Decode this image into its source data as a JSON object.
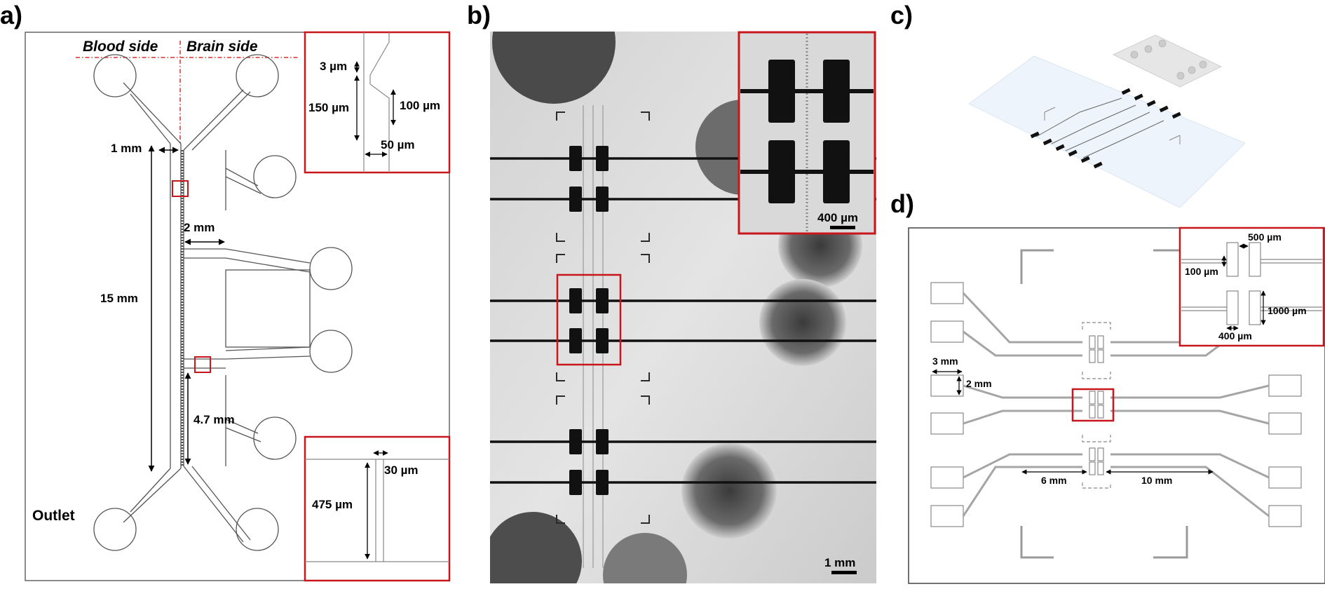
{
  "panel_labels": {
    "a": "a)",
    "b": "b)",
    "c": "c)",
    "d": "d)"
  },
  "panel_a": {
    "blood_side": "Blood side",
    "brain_side": "Brain side",
    "outlet": "Outlet",
    "dim_1mm": "1 mm",
    "dim_15mm": "15 mm",
    "dim_2mm": "2 mm",
    "dim_4_7mm": "4.7 mm",
    "inset_top": {
      "d3": "3 µm",
      "d150": "150 µm",
      "d100": "100 µm",
      "d50": "50 µm"
    },
    "inset_bottom": {
      "d30": "30 µm",
      "d475": "475 µm"
    },
    "colors": {
      "highlight": "#c8161d",
      "guide": "#d9302c"
    }
  },
  "panel_b": {
    "scale_inset": "400 µm",
    "scale_main": "1 mm"
  },
  "panel_d": {
    "d3mm": "3 mm",
    "d2mm": "2 mm",
    "d6mm": "6 mm",
    "d10mm": "10 mm",
    "inset": {
      "d500": "500 µm",
      "d100": "100 µm",
      "d1000": "1000 µm",
      "d400": "400 µm"
    }
  }
}
